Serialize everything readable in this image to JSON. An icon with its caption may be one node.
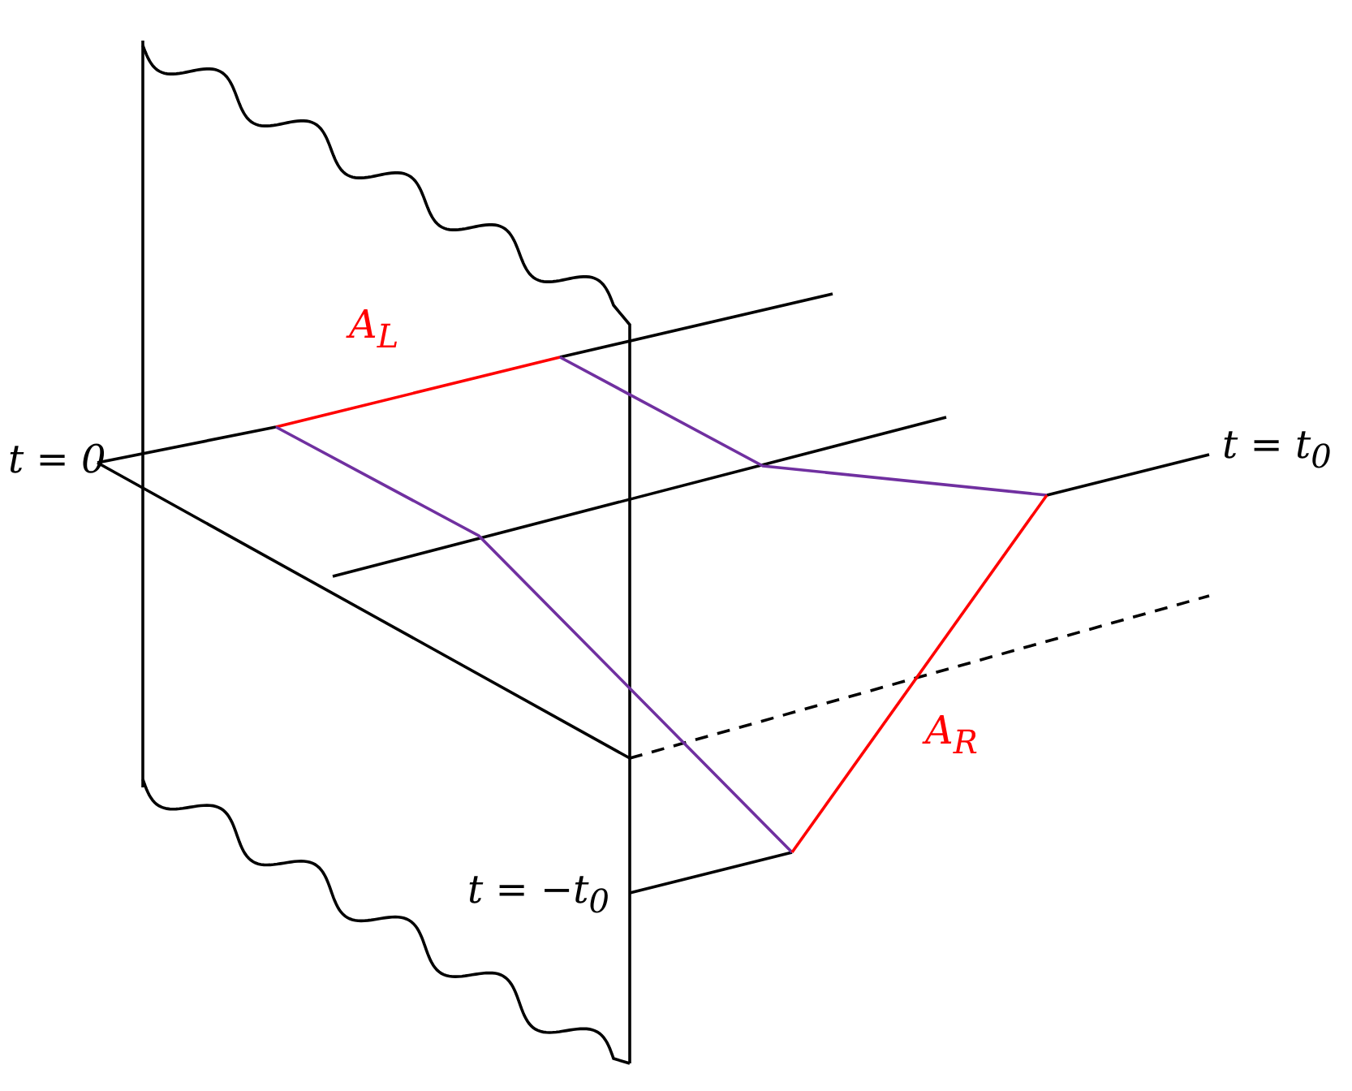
{
  "diagram": {
    "labels": [
      "A$_{L}$",
      "t = 0",
      "t = t$_{0}$",
      "A$_{R}$",
      "t = −t$_{0}$"
    ]
  }
}
